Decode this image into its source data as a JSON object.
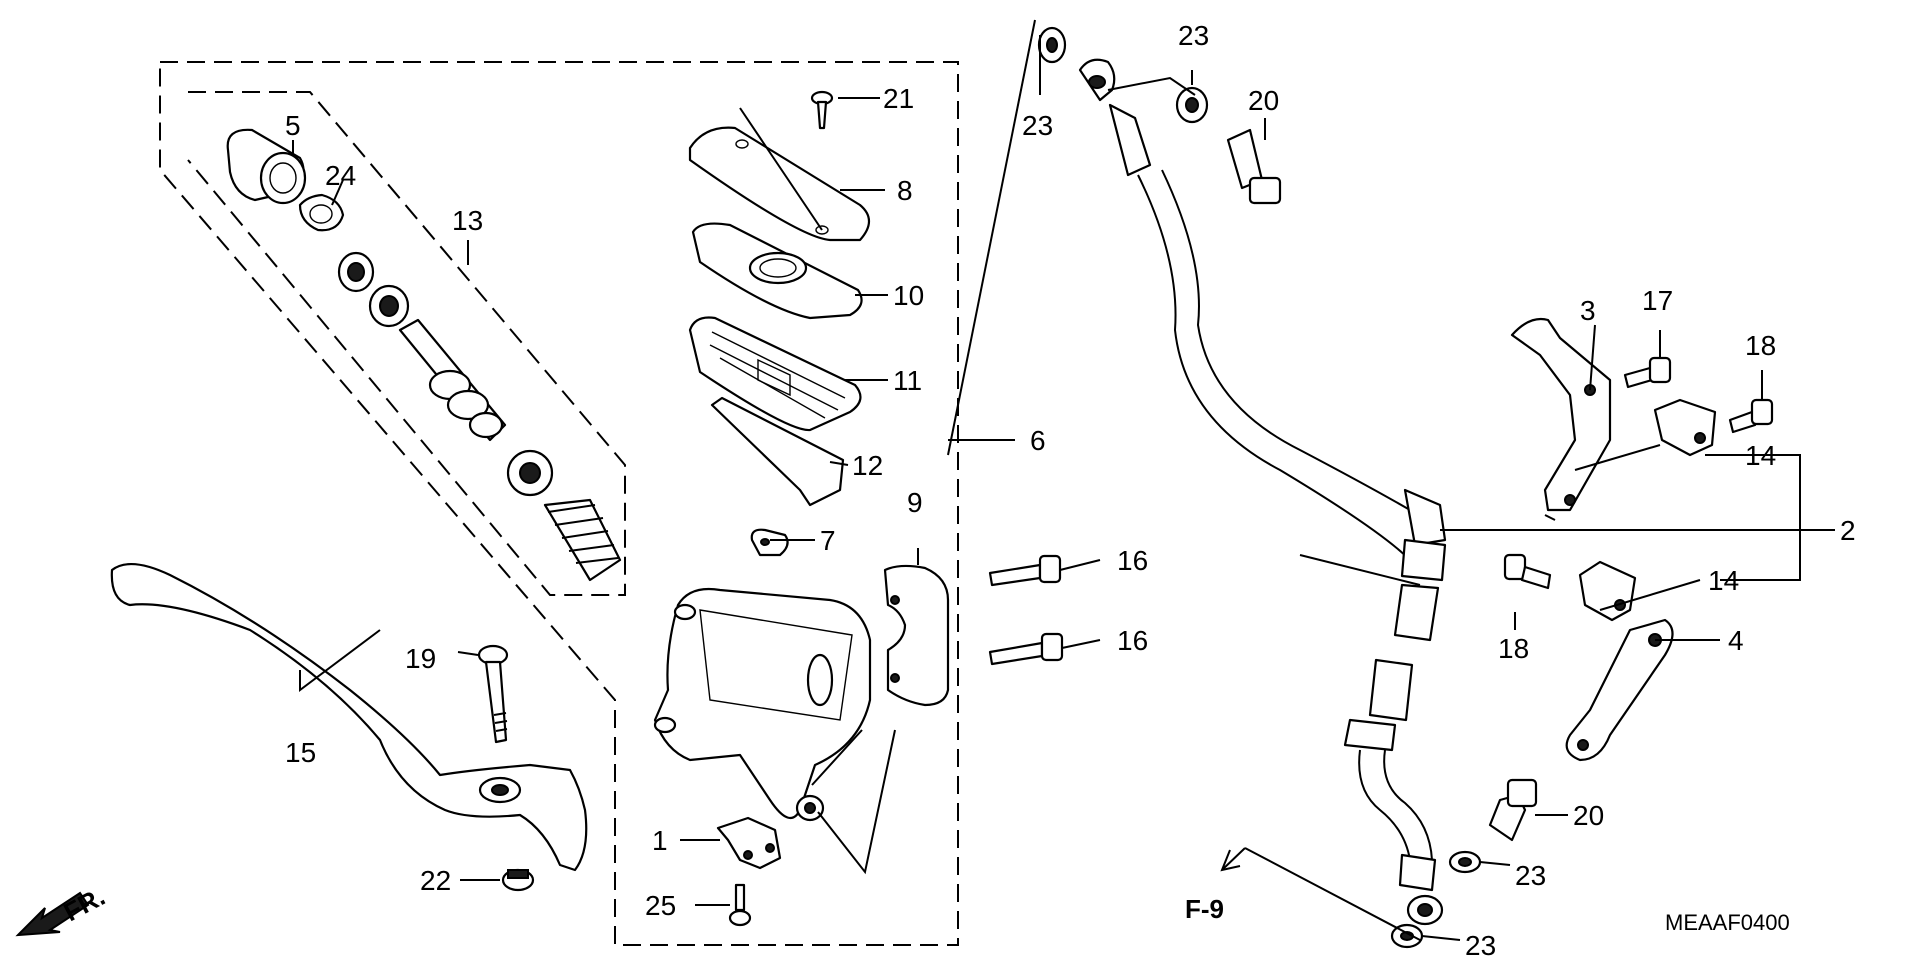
{
  "diagram": {
    "code": "MEAAF0400",
    "front_marker": "FR.",
    "section_ref": "F-9",
    "callouts": {
      "c1": "1",
      "c2": "2",
      "c3": "3",
      "c4": "4",
      "c5": "5",
      "c6": "6",
      "c7": "7",
      "c8": "8",
      "c9": "9",
      "c10": "10",
      "c11": "11",
      "c12": "12",
      "c13": "13",
      "c14a": "14",
      "c14b": "14",
      "c15": "15",
      "c16a": "16",
      "c16b": "16",
      "c17": "17",
      "c18a": "18",
      "c18b": "18",
      "c19": "19",
      "c20a": "20",
      "c20b": "20",
      "c21": "21",
      "c22": "22",
      "c23a": "23",
      "c23b": "23",
      "c23c": "23",
      "c23d": "23",
      "c24": "24",
      "c25": "25"
    }
  }
}
